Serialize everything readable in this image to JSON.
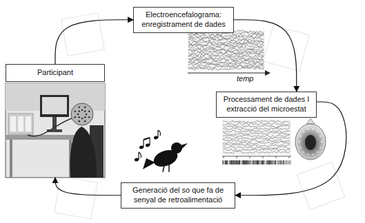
{
  "diagram": {
    "nodes": [
      {
        "text": [
          "Electroencefalograma: enregistrament de dades"
        ]
      },
      {
        "text": [
          "Participant"
        ]
      },
      {
        "text": [
          "Processament de dades I extracció del microestat"
        ]
      },
      {
        "text": [
          "Generació del so que fa de senyal de retroalimentació"
        ]
      }
    ],
    "edges": [
      {
        "from": 1,
        "to": 0,
        "arrow": "to"
      },
      {
        "from": 0,
        "to": 2,
        "arrow": "to"
      },
      {
        "from": 2,
        "to": 3,
        "arrow": "to"
      },
      {
        "from": 3,
        "to": 1,
        "arrow": "to"
      }
    ],
    "labels": [
      "temp"
    ]
  }
}
